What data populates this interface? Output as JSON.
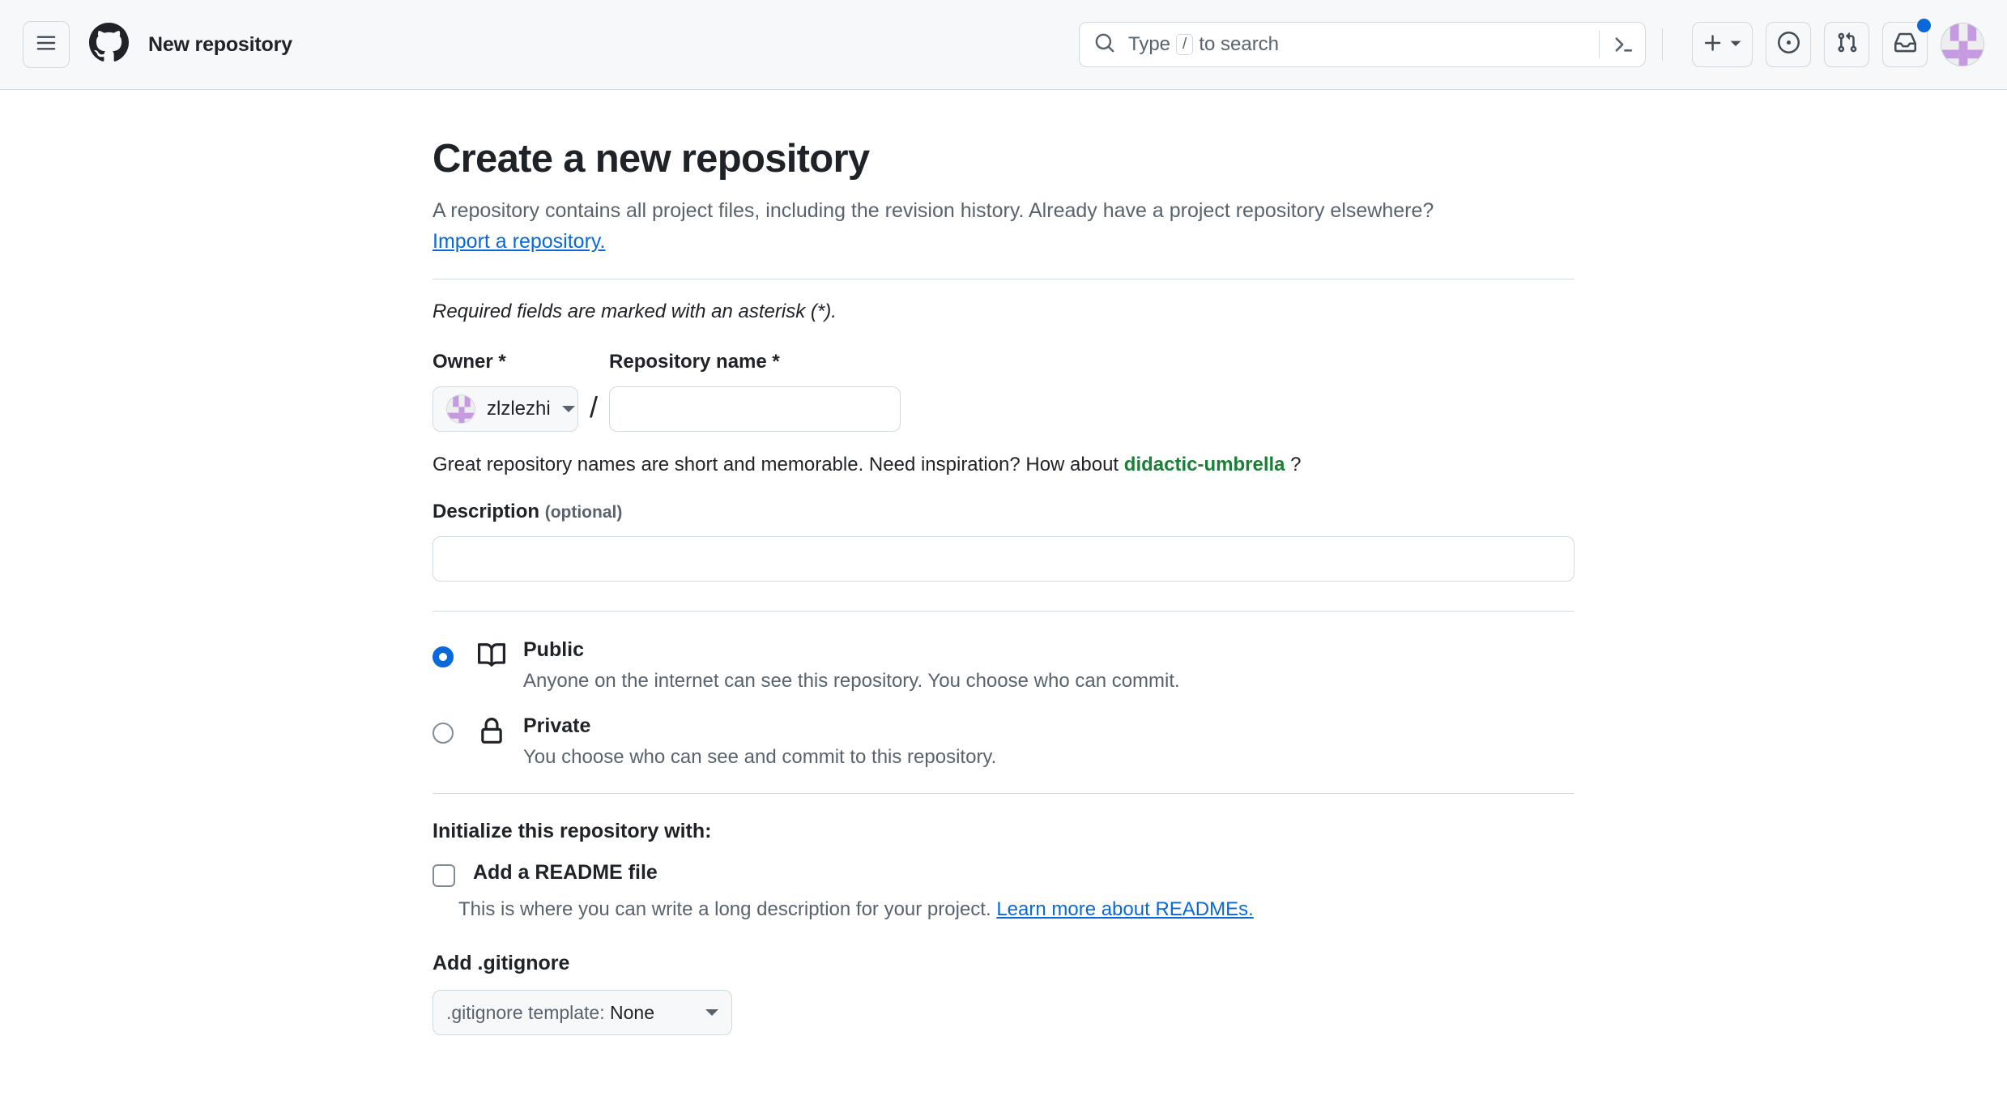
{
  "header": {
    "menu_icon": "hamburger-menu-icon",
    "logo_icon": "github-mark-icon",
    "title": "New repository",
    "search": {
      "placeholder_prefix": "Type",
      "slash_key": "/",
      "placeholder_suffix": "to search",
      "search_icon": "search-icon",
      "command_icon": "terminal-prompt-icon",
      "value": ""
    },
    "actions": {
      "create_label": "+",
      "create_icon": "plus-icon",
      "create_caret_icon": "chevron-down-icon",
      "issues_icon": "issue-opened-icon",
      "pull_requests_icon": "git-pull-request-icon",
      "inbox_icon": "inbox-icon",
      "has_unread_notifications": true,
      "avatar_icon": "user-avatar-identicon"
    }
  },
  "page": {
    "title": "Create a new repository",
    "subtitle_text": "A repository contains all project files, including the revision history. Already have a project repository elsewhere?",
    "import_link": "Import a repository.",
    "required_note": "Required fields are marked with an asterisk (*)."
  },
  "owner": {
    "label": "Owner *",
    "selected": "zlzlezhi",
    "caret_icon": "chevron-down-icon"
  },
  "repo_name": {
    "label": "Repository name *",
    "value": "",
    "placeholder": "",
    "separator": "/"
  },
  "name_hint": {
    "prefix": "Great repository names are short and memorable. Need inspiration? How about",
    "suggestion": "didactic-umbrella",
    "suffix": "?"
  },
  "description": {
    "label": "Description",
    "optional_tag": "(optional)",
    "value": "",
    "placeholder": ""
  },
  "visibility": {
    "options": [
      {
        "id": "public",
        "title": "Public",
        "description": "Anyone on the internet can see this repository. You choose who can commit.",
        "icon": "repo-book-icon",
        "selected": true
      },
      {
        "id": "private",
        "title": "Private",
        "description": "You choose who can see and commit to this repository.",
        "icon": "lock-icon",
        "selected": false
      }
    ]
  },
  "initialize": {
    "title": "Initialize this repository with:",
    "readme": {
      "label": "Add a README file",
      "checked": false,
      "description_prefix": "This is where you can write a long description for your project.",
      "learn_more_link": "Learn more about READMEs."
    }
  },
  "gitignore": {
    "label": "Add .gitignore",
    "select_prefix": ".gitignore template:",
    "select_value": "None",
    "caret_icon": "chevron-down-icon"
  },
  "colors": {
    "accent_blue": "#0969da",
    "green": "#1a7f37",
    "text_primary": "#1f2328",
    "text_muted": "#59636e",
    "border": "#d1d9e0",
    "header_bg": "#f6f8fa",
    "avatar_purple": "#c69ae0"
  }
}
